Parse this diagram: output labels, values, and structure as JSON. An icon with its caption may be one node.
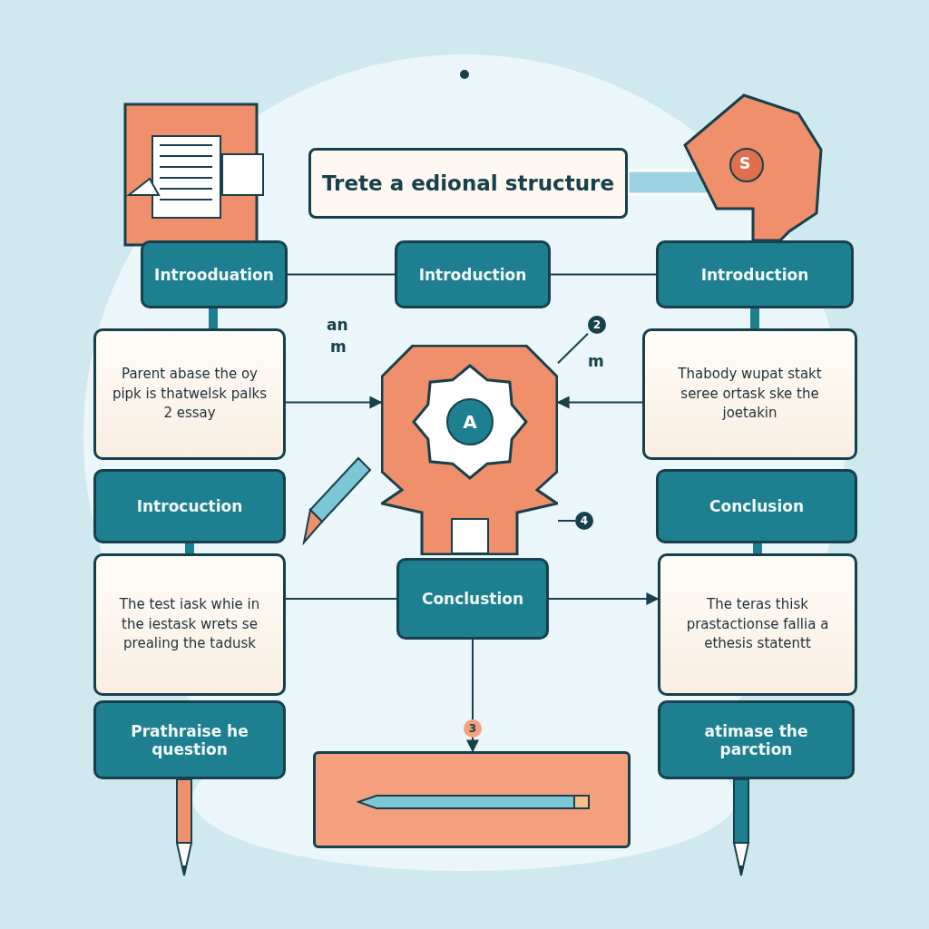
{
  "diagram": {
    "nodes": [
      {
        "text": [
          "Trete a edional structure"
        ]
      },
      {
        "text": [
          "Introoduation"
        ]
      },
      {
        "text": [
          "Introduction"
        ]
      },
      {
        "text": [
          "Introduction"
        ]
      },
      {
        "text": [
          "Parent abase the oy pipk is thatwelsk palks 2 essay"
        ]
      },
      {
        "text": [
          "Thabody wupat stakt seree ortask ske the joetakin"
        ]
      },
      {
        "text": [
          "Introcuction"
        ]
      },
      {
        "text": [
          "Conclusion"
        ]
      },
      {
        "text": [
          "The test iask whie in the iestask wrets se prealing the tadusk"
        ]
      },
      {
        "text": [
          "Conclustion"
        ]
      },
      {
        "text": [
          "The teras thisk prastactionse fallia a ethesis statentt"
        ]
      },
      {
        "text": [
          "Prathraise he question"
        ]
      },
      {
        "text": [
          "atimase the parction"
        ]
      },
      {
        "text": [],
        "shape": "box"
      },
      {
        "text": [
          "A"
        ]
      },
      {
        "text": [
          "2"
        ]
      },
      {
        "text": [
          "4"
        ]
      }
    ],
    "edges": [
      {
        "from": 1,
        "to": 2,
        "arrow": "none"
      },
      {
        "from": 2,
        "to": 3,
        "arrow": "none"
      },
      {
        "from": 1,
        "to": 4,
        "arrow": "none",
        "style": "thick"
      },
      {
        "from": 6,
        "to": 8,
        "arrow": "none",
        "style": "thick"
      },
      {
        "from": 3,
        "to": 5,
        "arrow": "none",
        "style": "thick"
      },
      {
        "from": 7,
        "to": 10,
        "arrow": "none",
        "style": "thick"
      },
      {
        "from": 4,
        "to": 14,
        "arrow": "to"
      },
      {
        "from": 5,
        "to": 14,
        "arrow": "to"
      },
      {
        "from": 8,
        "to": 9,
        "arrow": "none"
      },
      {
        "from": 9,
        "to": 10,
        "arrow": "to"
      },
      {
        "from": 9,
        "to": 13,
        "arrow": "to",
        "label": "3"
      },
      {
        "from": 14,
        "to": 15,
        "arrow": "none"
      },
      {
        "from": 14,
        "to": 16,
        "arrow": "none"
      }
    ],
    "labels": [
      "an",
      "m",
      "m",
      "S"
    ]
  }
}
